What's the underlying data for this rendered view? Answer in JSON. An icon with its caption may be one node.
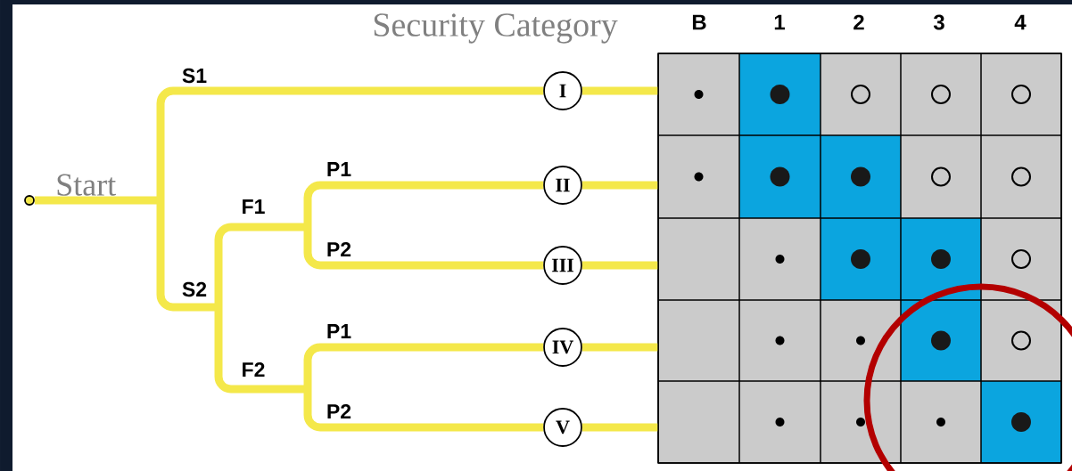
{
  "diagram": {
    "nodes": [
      {
        "text": [],
        "shape": "circle",
        "beside": [
          "Start"
        ]
      },
      {
        "text": [
          "I"
        ]
      },
      {
        "text": [
          "II"
        ]
      },
      {
        "text": [
          "III"
        ]
      },
      {
        "text": [
          "IV"
        ]
      },
      {
        "text": [
          "V"
        ]
      },
      {
        "text": [],
        "shape": "box"
      }
    ],
    "edges": [
      {
        "from": 0,
        "to": 1,
        "arrow": "none"
      },
      {
        "from": 0,
        "to": 2,
        "arrow": "none"
      },
      {
        "from": 0,
        "to": 3,
        "arrow": "none"
      },
      {
        "from": 0,
        "to": 4,
        "arrow": "none"
      },
      {
        "from": 0,
        "to": 5,
        "arrow": "none"
      },
      {
        "from": 1,
        "to": 6,
        "arrow": "none"
      },
      {
        "from": 2,
        "to": 6,
        "arrow": "none"
      },
      {
        "from": 3,
        "to": 6,
        "arrow": "none"
      },
      {
        "from": 4,
        "to": 6,
        "arrow": "none"
      },
      {
        "from": 5,
        "to": 6,
        "arrow": "none"
      }
    ],
    "labels": [
      "Security Category",
      "B",
      "1",
      "2",
      "3",
      "4",
      "S1",
      "P1",
      "F1",
      "P2",
      "S2",
      "P1",
      "F2",
      "P2"
    ]
  }
}
